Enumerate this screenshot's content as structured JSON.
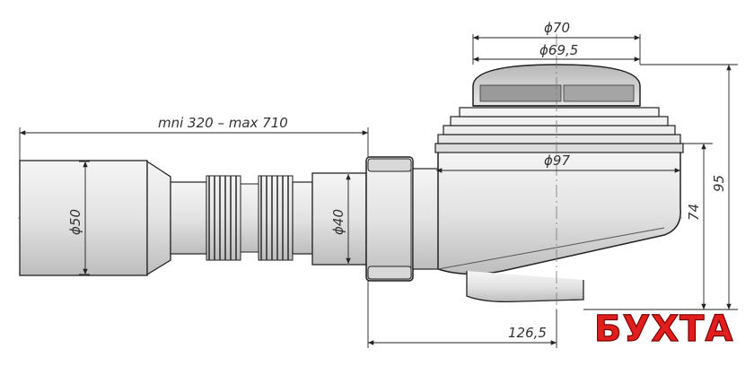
{
  "dimensions": {
    "top_diameter": "ϕ70",
    "cap_diameter": "ϕ69,5",
    "length_range": "mni 320 – max 710",
    "body_diameter": "ϕ97",
    "pipe_diameter_left": "ϕ50",
    "pipe_diameter_middle": "ϕ40",
    "offset_length": "126,5",
    "height_inner": "74",
    "height_total": "95"
  },
  "watermark": {
    "text": "БУХТА"
  }
}
